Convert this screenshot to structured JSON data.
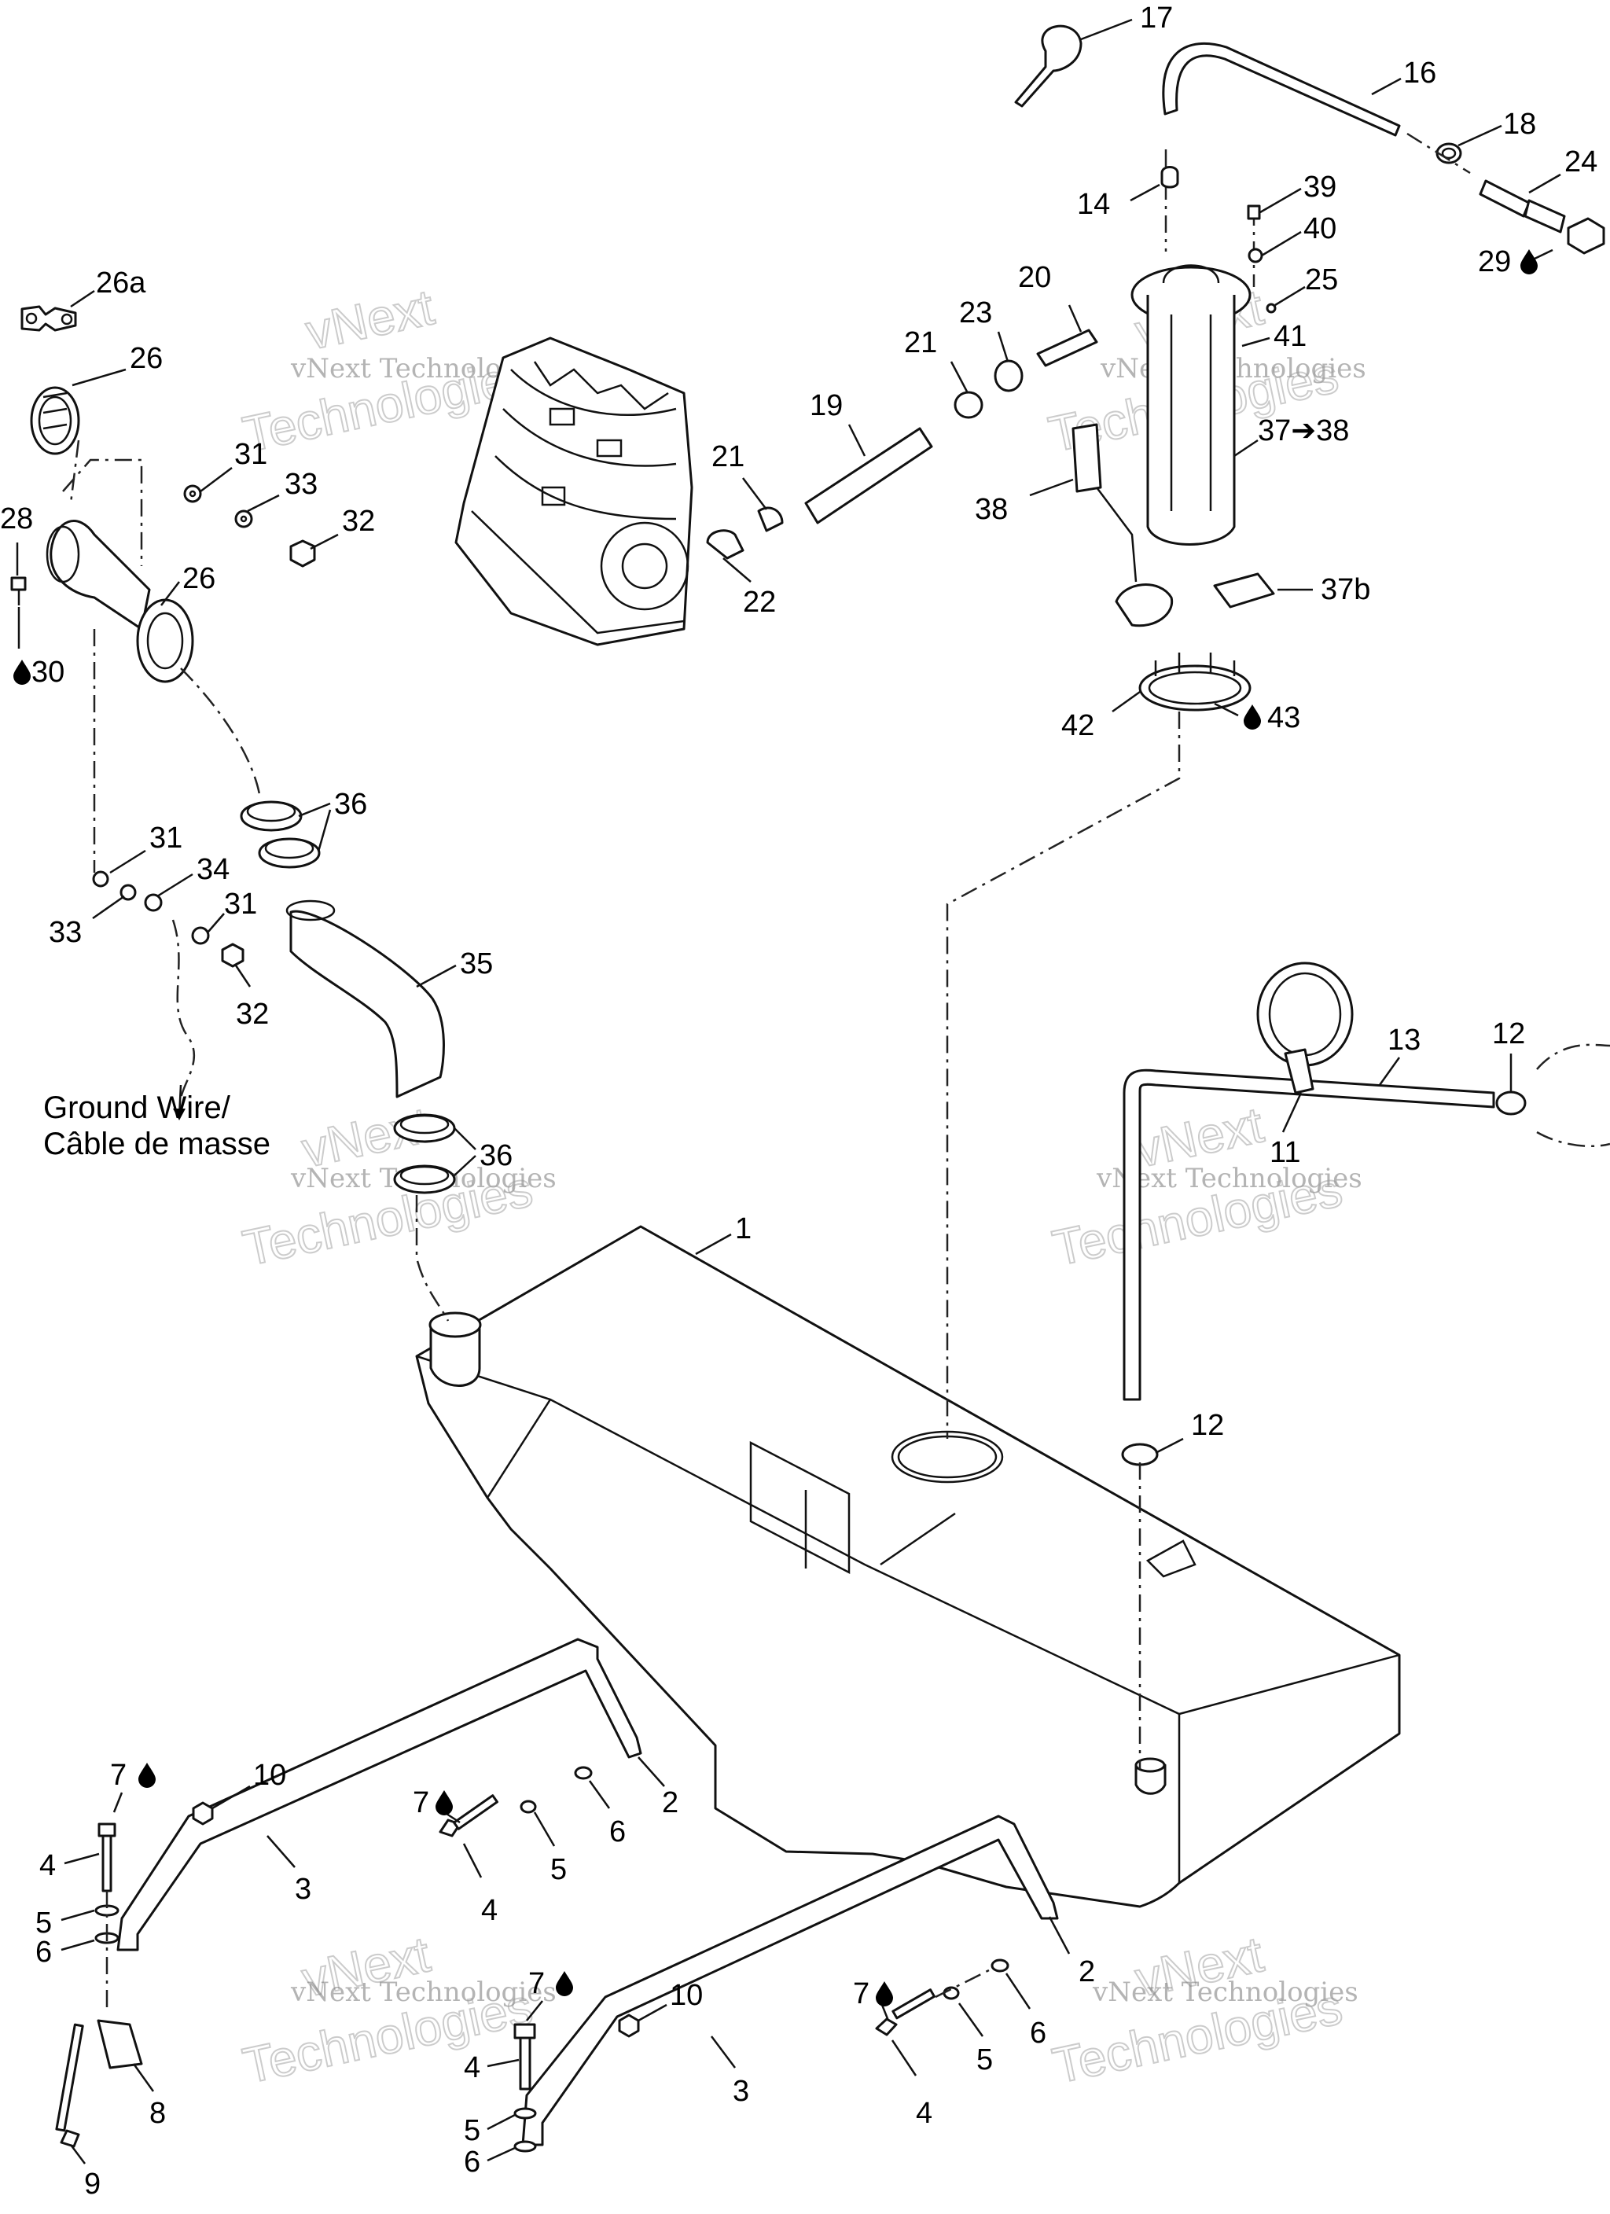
{
  "watermark": {
    "line1": "vNext",
    "line2": "vNext Technologies",
    "line3": "Technologies"
  },
  "callouts": {
    "c1": "1",
    "c2": "2",
    "c3": "3",
    "c4": "4",
    "c5": "5",
    "c6": "6",
    "c7": "7",
    "c8": "8",
    "c9": "9",
    "c10": "10",
    "c11": "11",
    "c12": "12",
    "c13": "13",
    "c14": "14",
    "c16": "16",
    "c17": "17",
    "c18": "18",
    "c19": "19",
    "c20": "20",
    "c21": "21",
    "c22": "22",
    "c23": "23",
    "c24": "24",
    "c25": "25",
    "c26": "26",
    "c26a": "26a",
    "c28": "28",
    "c29": "29",
    "c30": "30",
    "c31": "31",
    "c32": "32",
    "c33": "33",
    "c34": "34",
    "c35": "35",
    "c36": "36",
    "c37_38": "37➔38",
    "c37b": "37b",
    "c38": "38",
    "c39": "39",
    "c40": "40",
    "c41": "41",
    "c42": "42",
    "c43": "43"
  },
  "notes": {
    "ground_wire_en": "Ground Wire/",
    "ground_wire_fr": "Câble de masse"
  },
  "icons": {
    "sealant": "drop-icon"
  }
}
